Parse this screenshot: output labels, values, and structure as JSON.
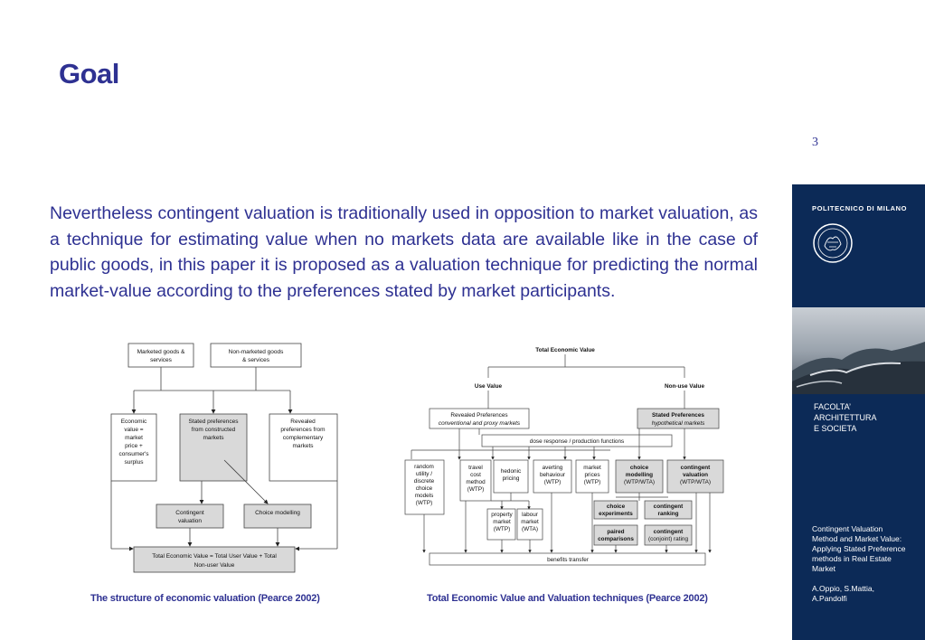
{
  "slide": {
    "title": "Goal",
    "page_number": "3",
    "body": "Nevertheless contingent valuation is traditionally used in opposition to market valuation, as a technique for estimating value when no markets data are available like in the case of public goods, in this paper it is proposed as a valuation technique for predicting the normal market-value according to the preferences stated by market participants."
  },
  "sidebar": {
    "university": "POLITECNICO DI MILANO",
    "faculty_lines": [
      "FACOLTA’",
      "ARCHITETTURA",
      "E SOCIETA"
    ],
    "paper_lines": [
      "Contingent Valuation",
      "Method and Market Value:",
      "Applying Stated Preference",
      "methods in Real Estate",
      "Market"
    ],
    "authors_lines": [
      "A.Oppio, S.Mattia,",
      "A.Pandolfi"
    ],
    "colors": {
      "background": "#0c2a57",
      "text": "#ffffff"
    }
  },
  "diagram_left": {
    "caption": "The structure of economic valuation (Pearce 2002)",
    "nodes": {
      "marketed": [
        "Marketed goods &",
        "services"
      ],
      "nonmarketed": [
        "Non-marketed goods",
        "& services"
      ],
      "economic": [
        "Economic",
        "value =",
        "market",
        "price +",
        "consumer's",
        "surplus"
      ],
      "stated": [
        "Stated preferences",
        "from constructed",
        "markets"
      ],
      "revealed": [
        "Revealed",
        "preferences from",
        "complementary",
        "markets"
      ],
      "contingent": [
        "Contingent",
        "valuation"
      ],
      "choice": [
        "Choice modelling"
      ],
      "total": [
        "Total Economic Value = Total User Value + Total",
        "Non-user Value"
      ]
    }
  },
  "diagram_right": {
    "caption": "Total Economic Value and Valuation techniques (Pearce 2002)",
    "nodes": {
      "tev": [
        "Total Economic Value"
      ],
      "use": [
        "Use Value"
      ],
      "nonuse": [
        "Non-use Value"
      ],
      "revealed": [
        "Revealed Preferences",
        "conventional and proxy markets"
      ],
      "stated": [
        "Stated Preferences",
        "hypothetical markets"
      ],
      "dose": [
        "dose response / production functions"
      ],
      "random": [
        "random",
        "utility /",
        "discrete",
        "choice",
        "models",
        "(WTP)"
      ],
      "travel": [
        "travel",
        "cost",
        "method",
        "(WTP)"
      ],
      "hedonic": [
        "hedonic",
        "pricing"
      ],
      "averting": [
        "averting",
        "behaviour",
        "(WTP)"
      ],
      "market": [
        "market",
        "prices",
        "(WTP)"
      ],
      "choicemod": [
        "choice",
        "modelling",
        "(WTP/WTA)"
      ],
      "contval": [
        "contingent",
        "valuation",
        "(WTP/WTA)"
      ],
      "property": [
        "property",
        "market",
        "(WTP)"
      ],
      "labour": [
        "labour",
        "market",
        "(WTA)"
      ],
      "choiceexp": [
        "choice",
        "experiments"
      ],
      "contrank": [
        "contingent",
        "ranking"
      ],
      "paired": [
        "paired",
        "comparisons"
      ],
      "contrating": [
        "contingent",
        "(conjoint) rating"
      ],
      "benefits": [
        "benefits transfer"
      ]
    }
  }
}
